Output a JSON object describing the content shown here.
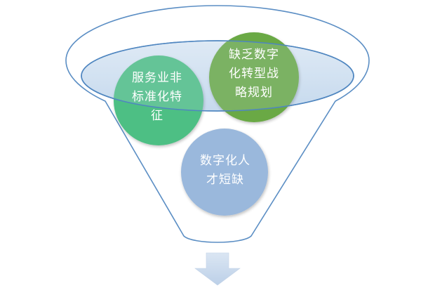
{
  "diagram": {
    "factors": [
      {
        "id": "service",
        "text": "服务业非\n标准化特\n征",
        "color": "#4dbf84"
      },
      {
        "id": "strategy",
        "text": "缺乏数字\n化转型战\n略规划",
        "color": "#6aa944"
      },
      {
        "id": "talent",
        "text": "数字化人\n才短缺",
        "color": "#9ab8dc"
      }
    ],
    "colors": {
      "funnel_outline": "#5b8ec4",
      "funnel_rim_fill": "#cfe0f0",
      "arrow": "#c9d8eb"
    }
  }
}
